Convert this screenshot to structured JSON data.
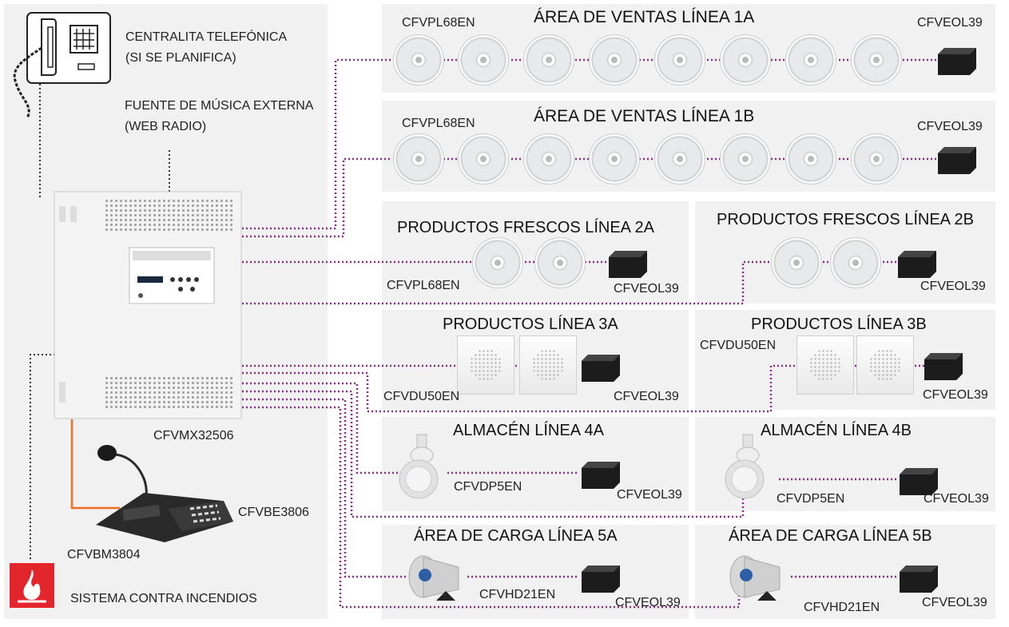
{
  "top_left": {
    "pbx_label_line1": "CENTRALITA TELEFÓNICA",
    "pbx_label_line2": "(SI SE PLANIFICA)",
    "music_label_line1": "FUENTE DE MÚSICA EXTERNA",
    "music_label_line2": "(WEB RADIO)"
  },
  "devices": {
    "amplifier": "CFVMX32506",
    "extension_console": "CFVBE3806",
    "mic_console": "CFVBM3804",
    "fire_system": "SISTEMA CONTRA INCENDIOS"
  },
  "zones": {
    "z1a": {
      "title": "ÁREA DE VENTAS LÍNEA 1A",
      "speaker_model": "CFVPL68EN",
      "eol_model": "CFVEOL39"
    },
    "z1b": {
      "title": "ÁREA DE VENTAS LÍNEA 1B",
      "speaker_model": "CFVPL68EN",
      "eol_model": "CFVEOL39"
    },
    "z2a": {
      "title": "PRODUCTOS FRESCOS LÍNEA 2A",
      "speaker_model": "CFVPL68EN",
      "eol_model": "CFVEOL39"
    },
    "z2b": {
      "title": "PRODUCTOS FRESCOS LÍNEA 2B",
      "eol_model": "CFVEOL39"
    },
    "z3a": {
      "title": "PRODUCTOS LÍNEA 3A",
      "speaker_model": "CFVDU50EN",
      "eol_model": "CFVEOL39"
    },
    "z3b": {
      "title": "PRODUCTOS LÍNEA 3B",
      "speaker_model": "CFVDU50EN",
      "eol_model": "CFVEOL39"
    },
    "z4a": {
      "title": "ALMACÉN LÍNEA 4A",
      "speaker_model": "CFVDP5EN",
      "eol_model": "CFVEOL39"
    },
    "z4b": {
      "title": "ALMACÉN LÍNEA 4B",
      "speaker_model": "CFVDP5EN",
      "eol_model": "CFVEOL39"
    },
    "z5a": {
      "title": "ÁREA DE CARGA LÍNEA 5A",
      "speaker_model": "CFVHD21EN",
      "eol_model": "CFVEOL39"
    },
    "z5b": {
      "title": "ÁREA DE CARGA LÍNEA 5B",
      "speaker_model": "CFVHD21EN",
      "eol_model": "CFVEOL39"
    }
  },
  "colors": {
    "speaker_line": "#8e2a8e",
    "control_line": "#333333",
    "mic_cable": "#f07020",
    "fire_icon_bg": "#e3262b",
    "panel_bg": "#f1f1f1"
  }
}
